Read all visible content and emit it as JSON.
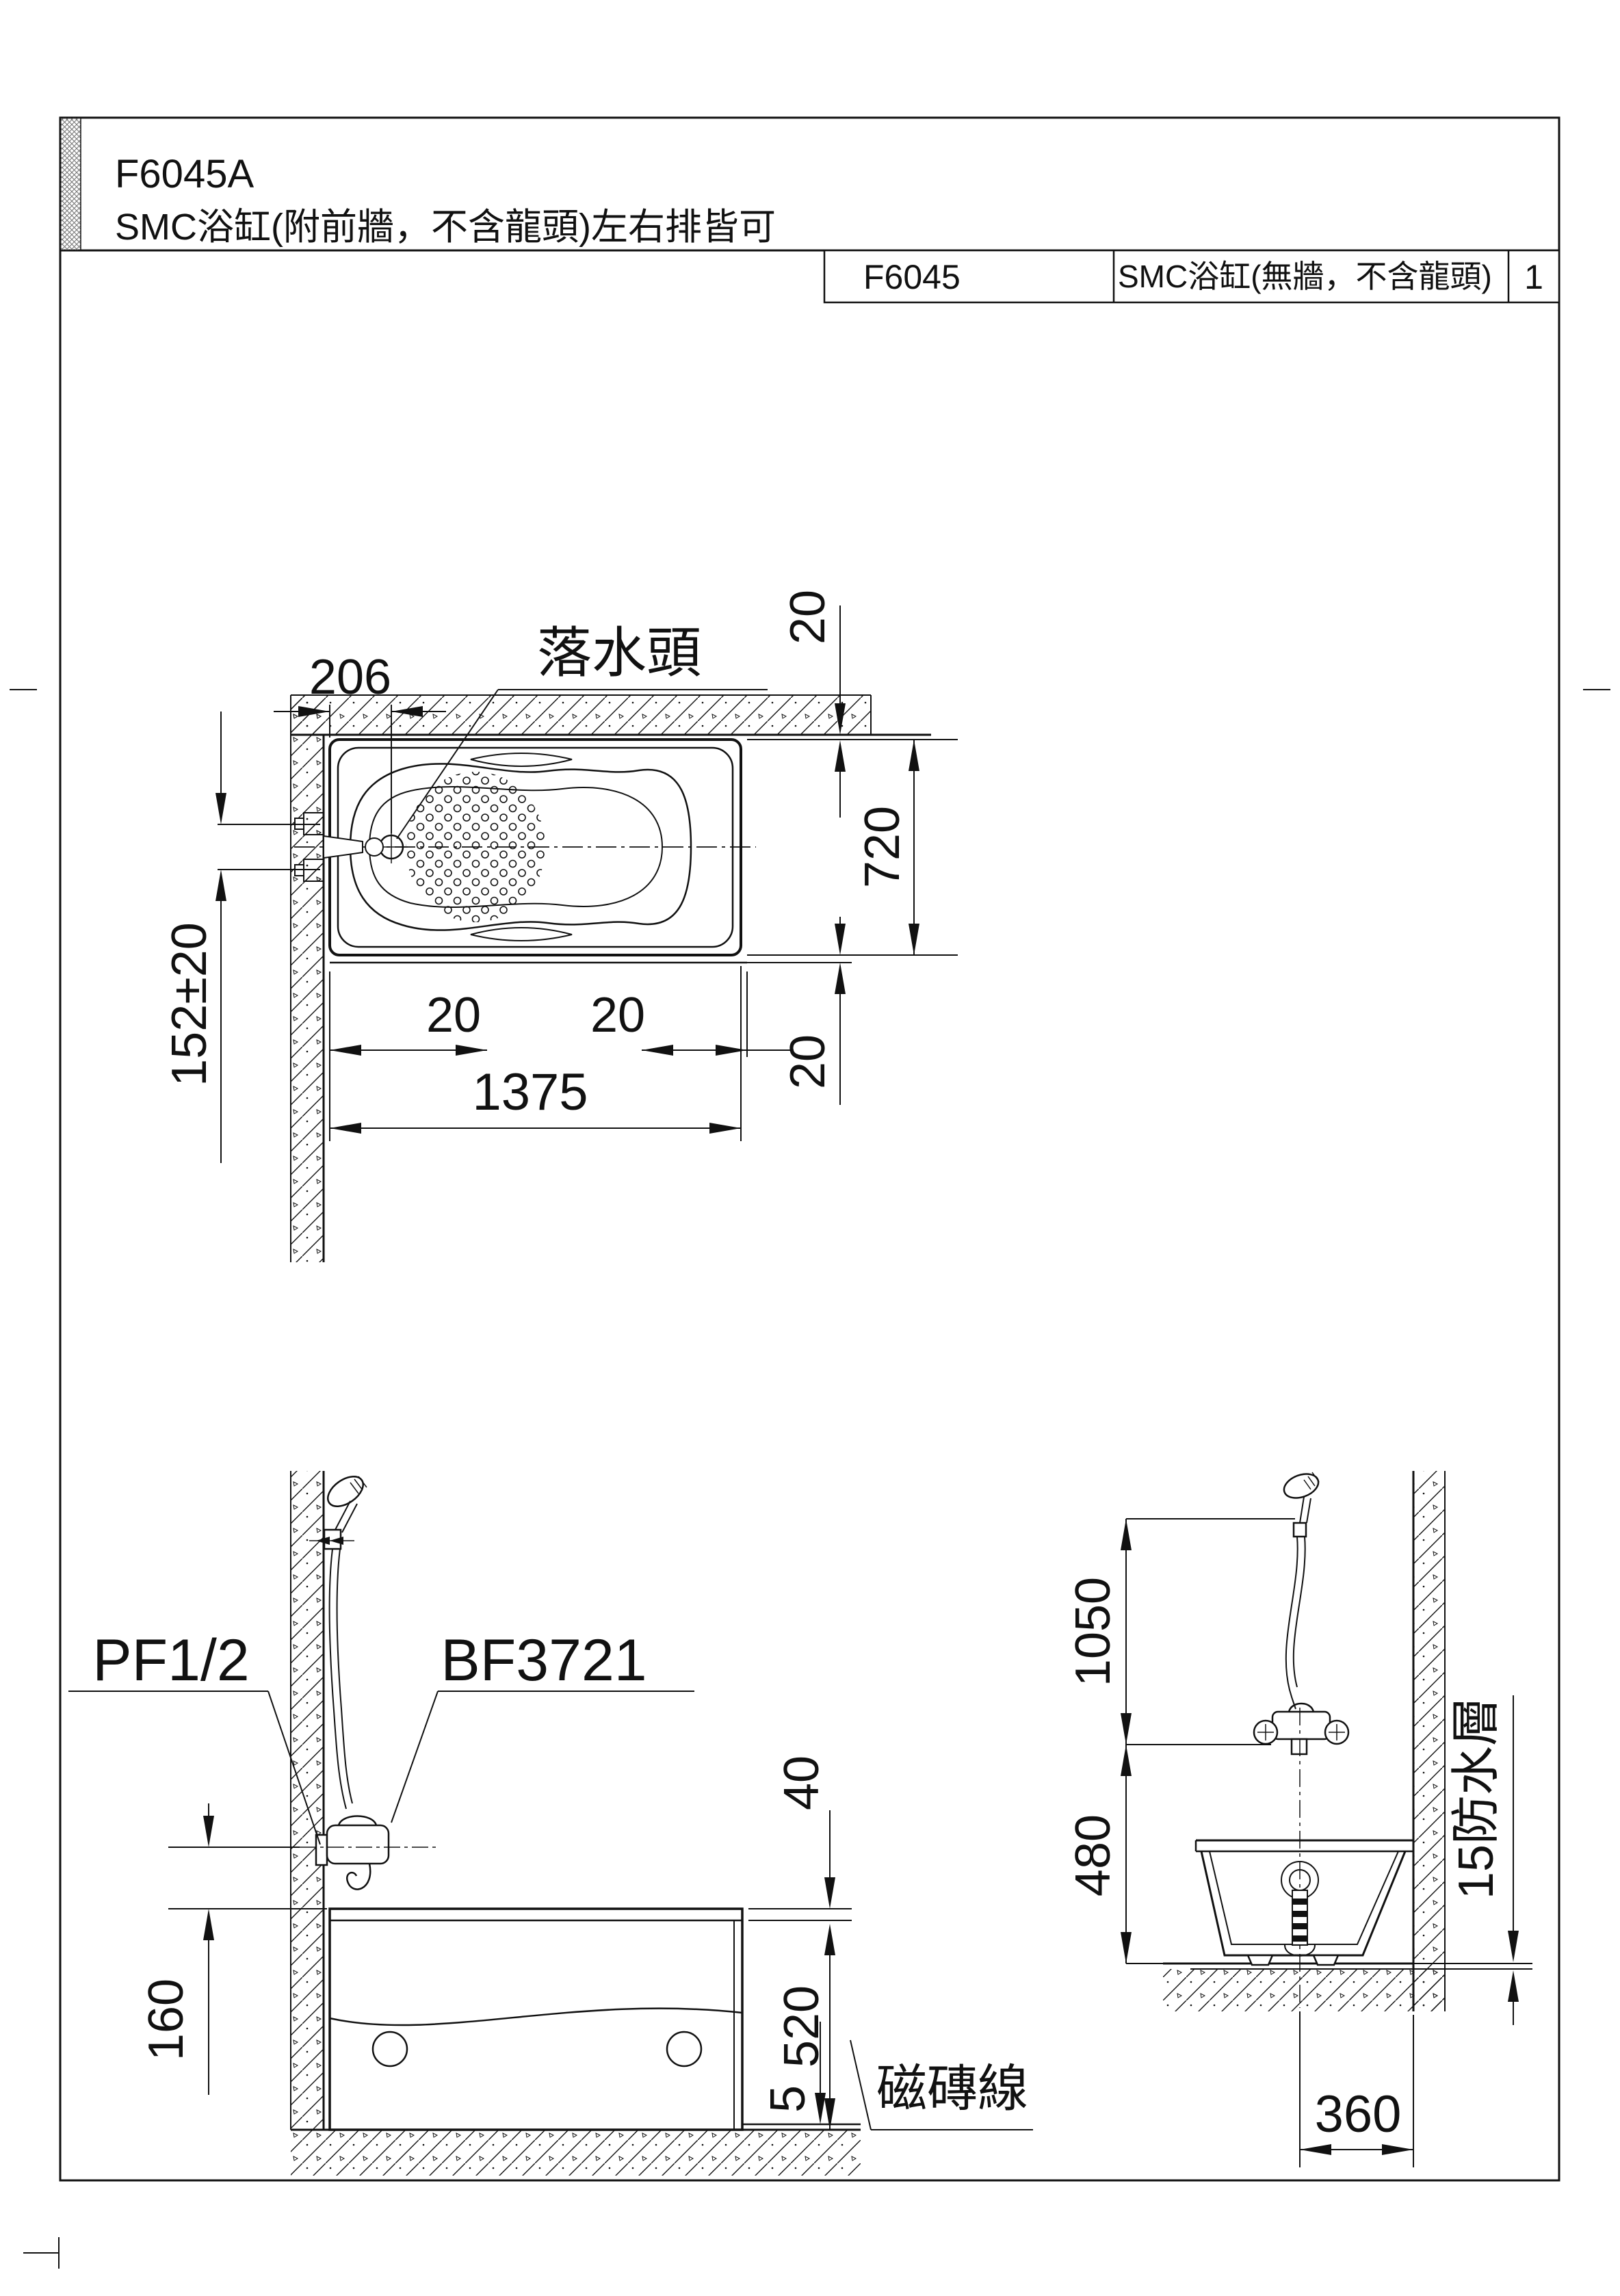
{
  "colors": {
    "line": "#111111",
    "background": "#ffffff",
    "header_strip": "#8f8f8f"
  },
  "header": {
    "model": "F6045A",
    "subtitle": "SMC浴缸(附前牆，不含龍頭)左右排皆可"
  },
  "table": {
    "model": "F6045",
    "description": "SMC浴缸(無牆，不含龍頭)",
    "quantity": "1"
  },
  "plan_view": {
    "dim_drain_offset": "206",
    "label_drain": "落水頭",
    "dim_wall_gap_top": "20",
    "dim_width": "720",
    "dim_rim_gap_right": "20",
    "dim_gap_left": "20",
    "dim_gap_right": "20",
    "dim_length": "1375",
    "dim_faucet_spread": "152±20"
  },
  "front_elevation": {
    "label_supply": "PF1/2",
    "label_faucet": "BF3721",
    "dim_rim": "40",
    "dim_height": "520",
    "dim_faucet_above_rim": "160",
    "dim_tile": "5",
    "label_tile_line": "磁磚線"
  },
  "side_elevation": {
    "dim_shower_height": "1050",
    "dim_faucet_height": "480",
    "label_waterproof": "15防水層",
    "dim_drain_offset": "360"
  }
}
